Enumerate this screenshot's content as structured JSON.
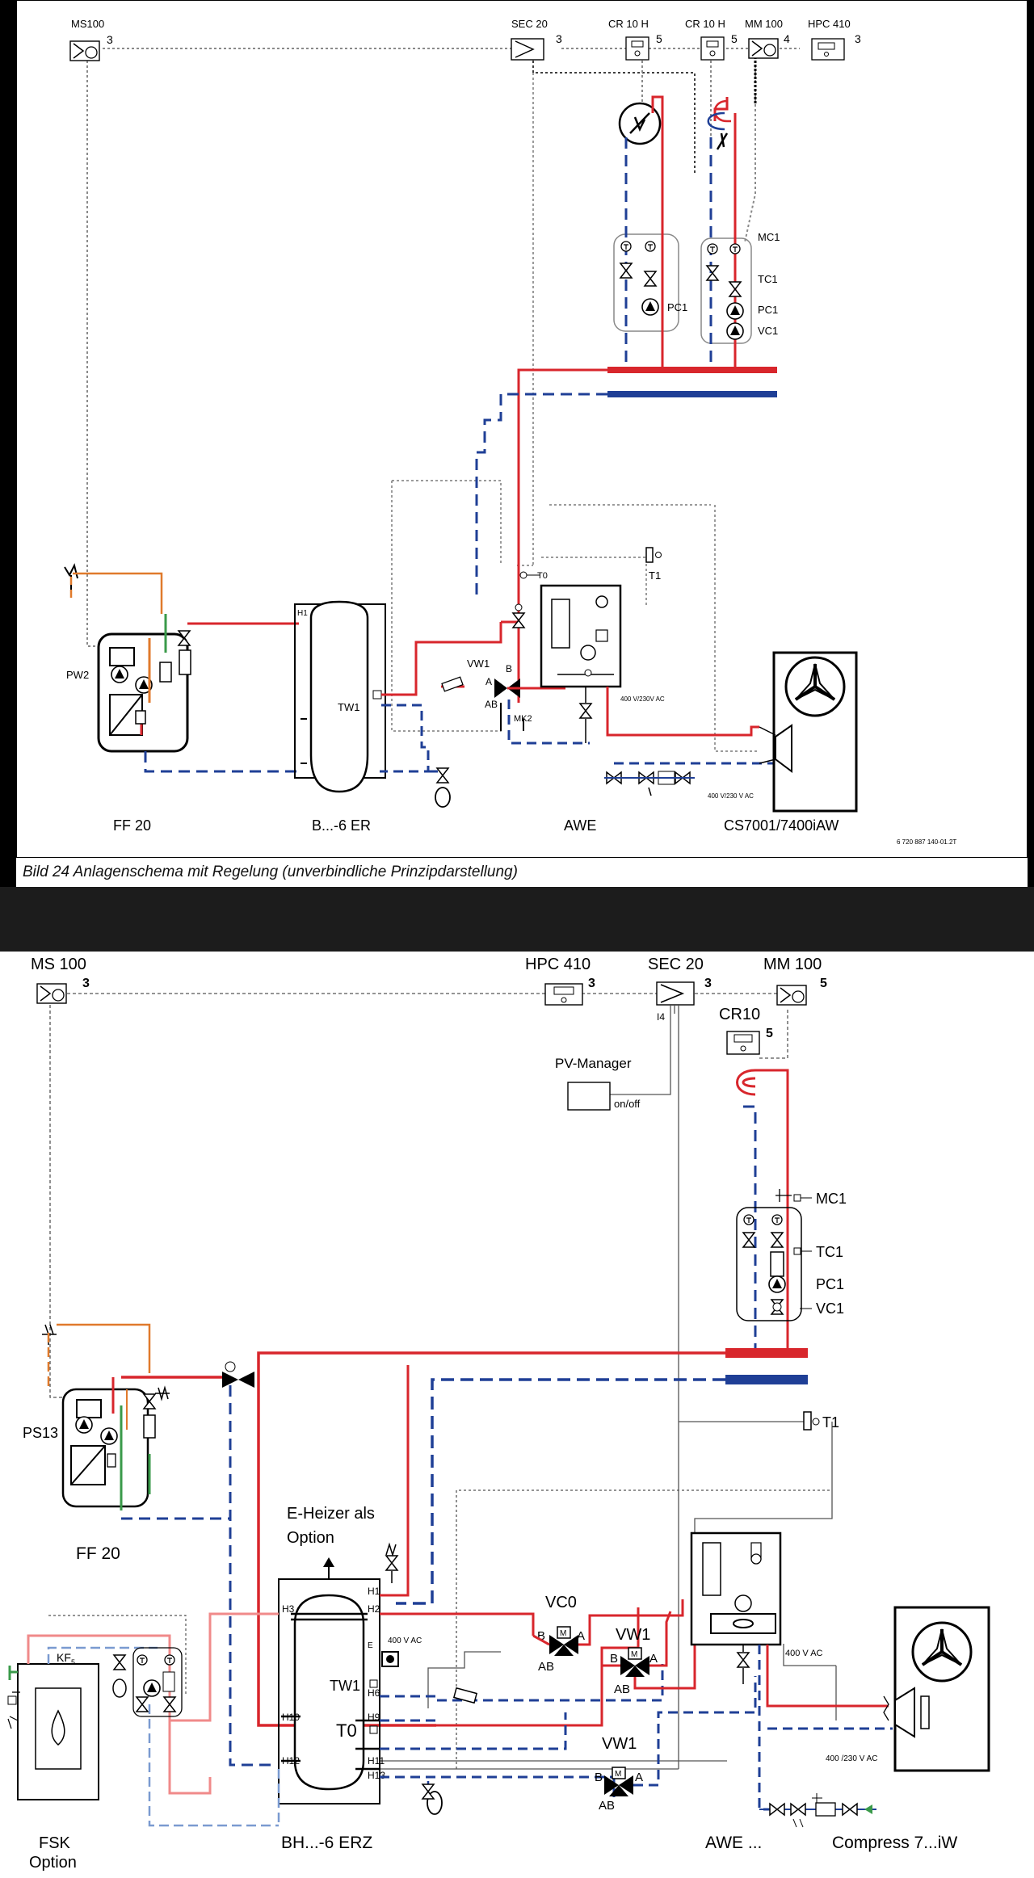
{
  "top": {
    "modules": {
      "ms100": "MS100",
      "ms100_n": "3",
      "sec20": "SEC 20",
      "sec20_n": "3",
      "cr10h_a": "CR 10 H",
      "cr10h_a_n": "5",
      "cr10h_b": "CR 10 H",
      "cr10h_b_n": "5",
      "mm100": "MM 100",
      "mm100_n": "4",
      "hpc410": "HPC 410",
      "hpc410_n": "3"
    },
    "labels": {
      "mc1": "MC1",
      "tc1": "TC1",
      "pc1_right": "PC1",
      "vc1": "VC1",
      "pc1_left": "PC1",
      "t0": "T0",
      "t1": "T1",
      "vw1": "VW1",
      "b": "B",
      "a": "A",
      "ab": "AB",
      "mk2": "MK2",
      "tw1": "TW1",
      "h1": "H1",
      "pw2": "PW2",
      "volt1": "400 V/230V AC",
      "volt2": "400 V/230 V AC"
    },
    "bottom_labels": {
      "ff20": "FF 20",
      "b6er": "B...-6 ER",
      "awe": "AWE",
      "cs": "CS7001/7400iAW",
      "doc": "6 720 887 140-01.2T"
    },
    "caption": "Bild 24  Anlagenschema mit Regelung (unverbindliche Prinzipdarstellung)"
  },
  "bottom": {
    "modules": {
      "ms100": "MS 100",
      "ms100_n": "3",
      "hpc410": "HPC 410",
      "hpc410_n": "3",
      "sec20": "SEC 20",
      "sec20_n": "3",
      "i4": "I4",
      "mm100": "MM 100",
      "mm100_n": "5",
      "cr10": "CR10",
      "cr10_n": "5",
      "pvmanager": "PV-Manager",
      "onoff": "on/off"
    },
    "labels": {
      "mc1": "MC1",
      "tc1": "TC1",
      "pc1": "PC1",
      "vc1": "VC1",
      "t1": "T1",
      "ps13": "PS13",
      "ff20": "FF 20",
      "eheizer1": "E-Heizer als",
      "eheizer2": "Option",
      "h1": "H1",
      "h2": "H2",
      "h3": "H3",
      "h6": "H6",
      "h9": "H9",
      "h10": "H10",
      "h11": "H11",
      "h12": "H12",
      "h13": "H13",
      "e": "E",
      "volt_e": "400 V AC",
      "tw1": "TW1",
      "t0": "T0",
      "vc0": "VC0",
      "vw1_a": "VW1",
      "vw1_b": "VW1",
      "b": "B",
      "a": "A",
      "ab": "AB",
      "m": "M",
      "volt_awe": "400 V AC",
      "volt_cs": "400 /230 V AC",
      "kf": "KF",
      "kf_sub": "5"
    },
    "footer": {
      "fsk": "FSK",
      "option": "Option",
      "bh": "BH...-6 ERZ",
      "awe": "AWE ...",
      "compress": "Compress 7...iW"
    }
  },
  "colors": {
    "flow_red": "#d8262c",
    "return_blue": "#1f3f96",
    "orange": "#e07a2c",
    "green": "#3a9a4a",
    "pink": "#f08a8a",
    "lightblue": "#7a9ad0",
    "grey_line": "#7a7a7a"
  }
}
